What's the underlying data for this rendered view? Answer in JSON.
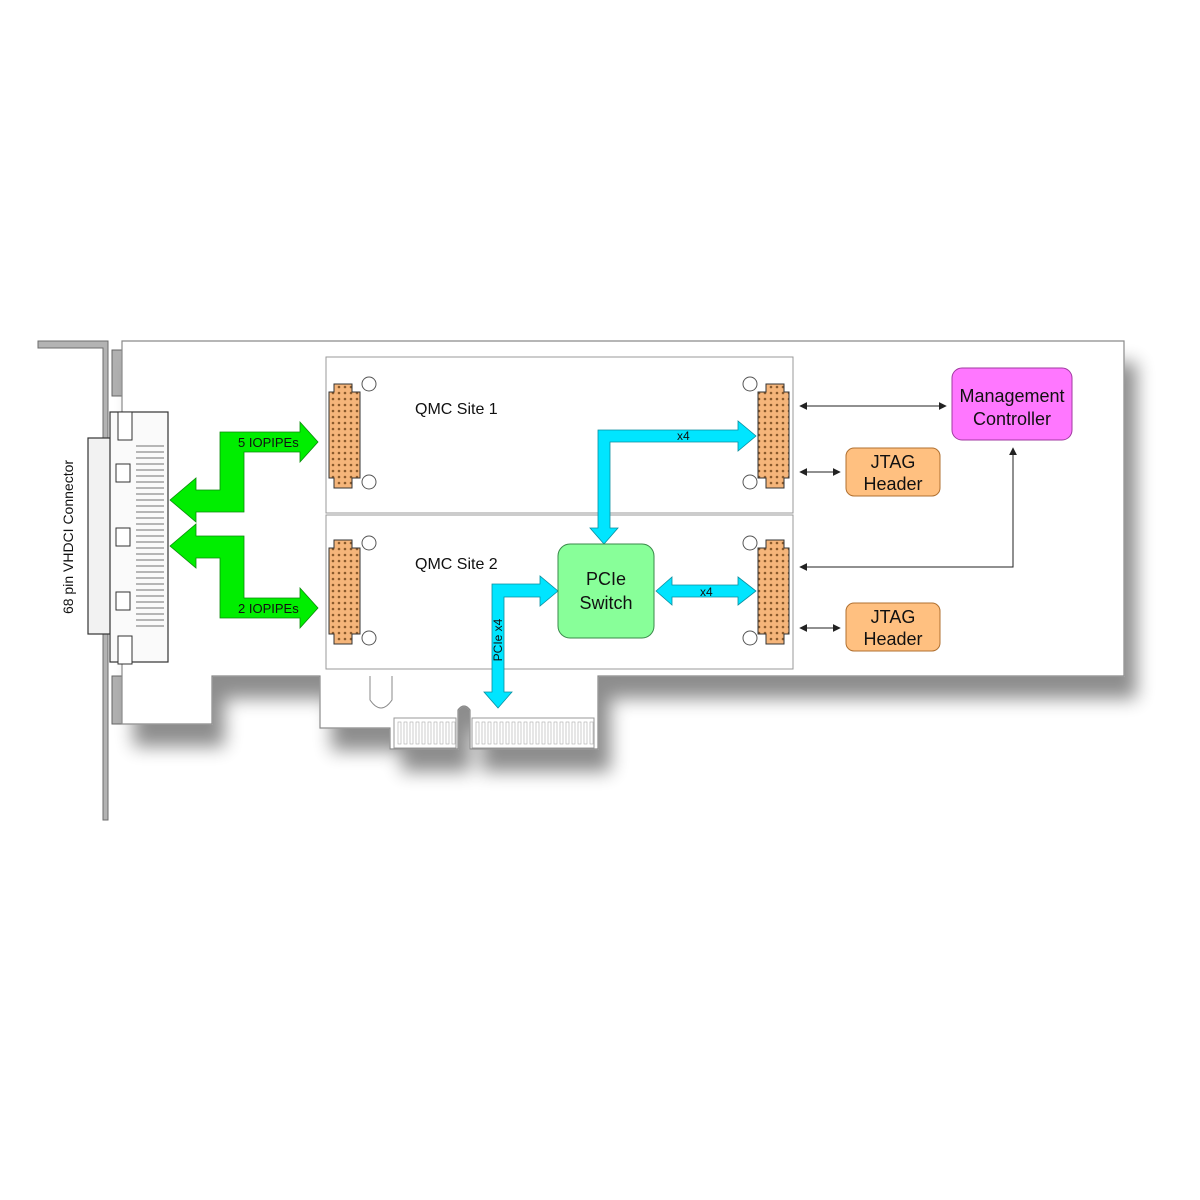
{
  "labels": {
    "connector": "68 pin VHDCI Connector",
    "qmc_site_1": "QMC Site 1",
    "qmc_site_2": "QMC Site 2",
    "iopipes_top": "5 IOPIPEs",
    "iopipes_bottom": "2 IOPIPEs",
    "pcie_switch_line1": "PCIe",
    "pcie_switch_line2": "Switch",
    "x4_top": "x4",
    "x4_mid": "x4",
    "pcie_x4": "PCIe x4",
    "mgmt_line1": "Management",
    "mgmt_line2": "Controller",
    "jtag1_line1": "JTAG",
    "jtag1_line2": "Header",
    "jtag2_line1": "JTAG",
    "jtag2_line2": "Header"
  },
  "colors": {
    "iopipe_arrow": "#00ee00",
    "pcie_arrow": "#00e5ff",
    "pcie_switch": "#88ff99",
    "management_controller": "#ff77ff",
    "jtag_header": "#ffc080",
    "connector_pins": "#f5b57a",
    "bracket": "#b3b3b3"
  },
  "icons": {
    "mounting_hole": "circle-icon",
    "arrow": "double-arrow-icon"
  }
}
